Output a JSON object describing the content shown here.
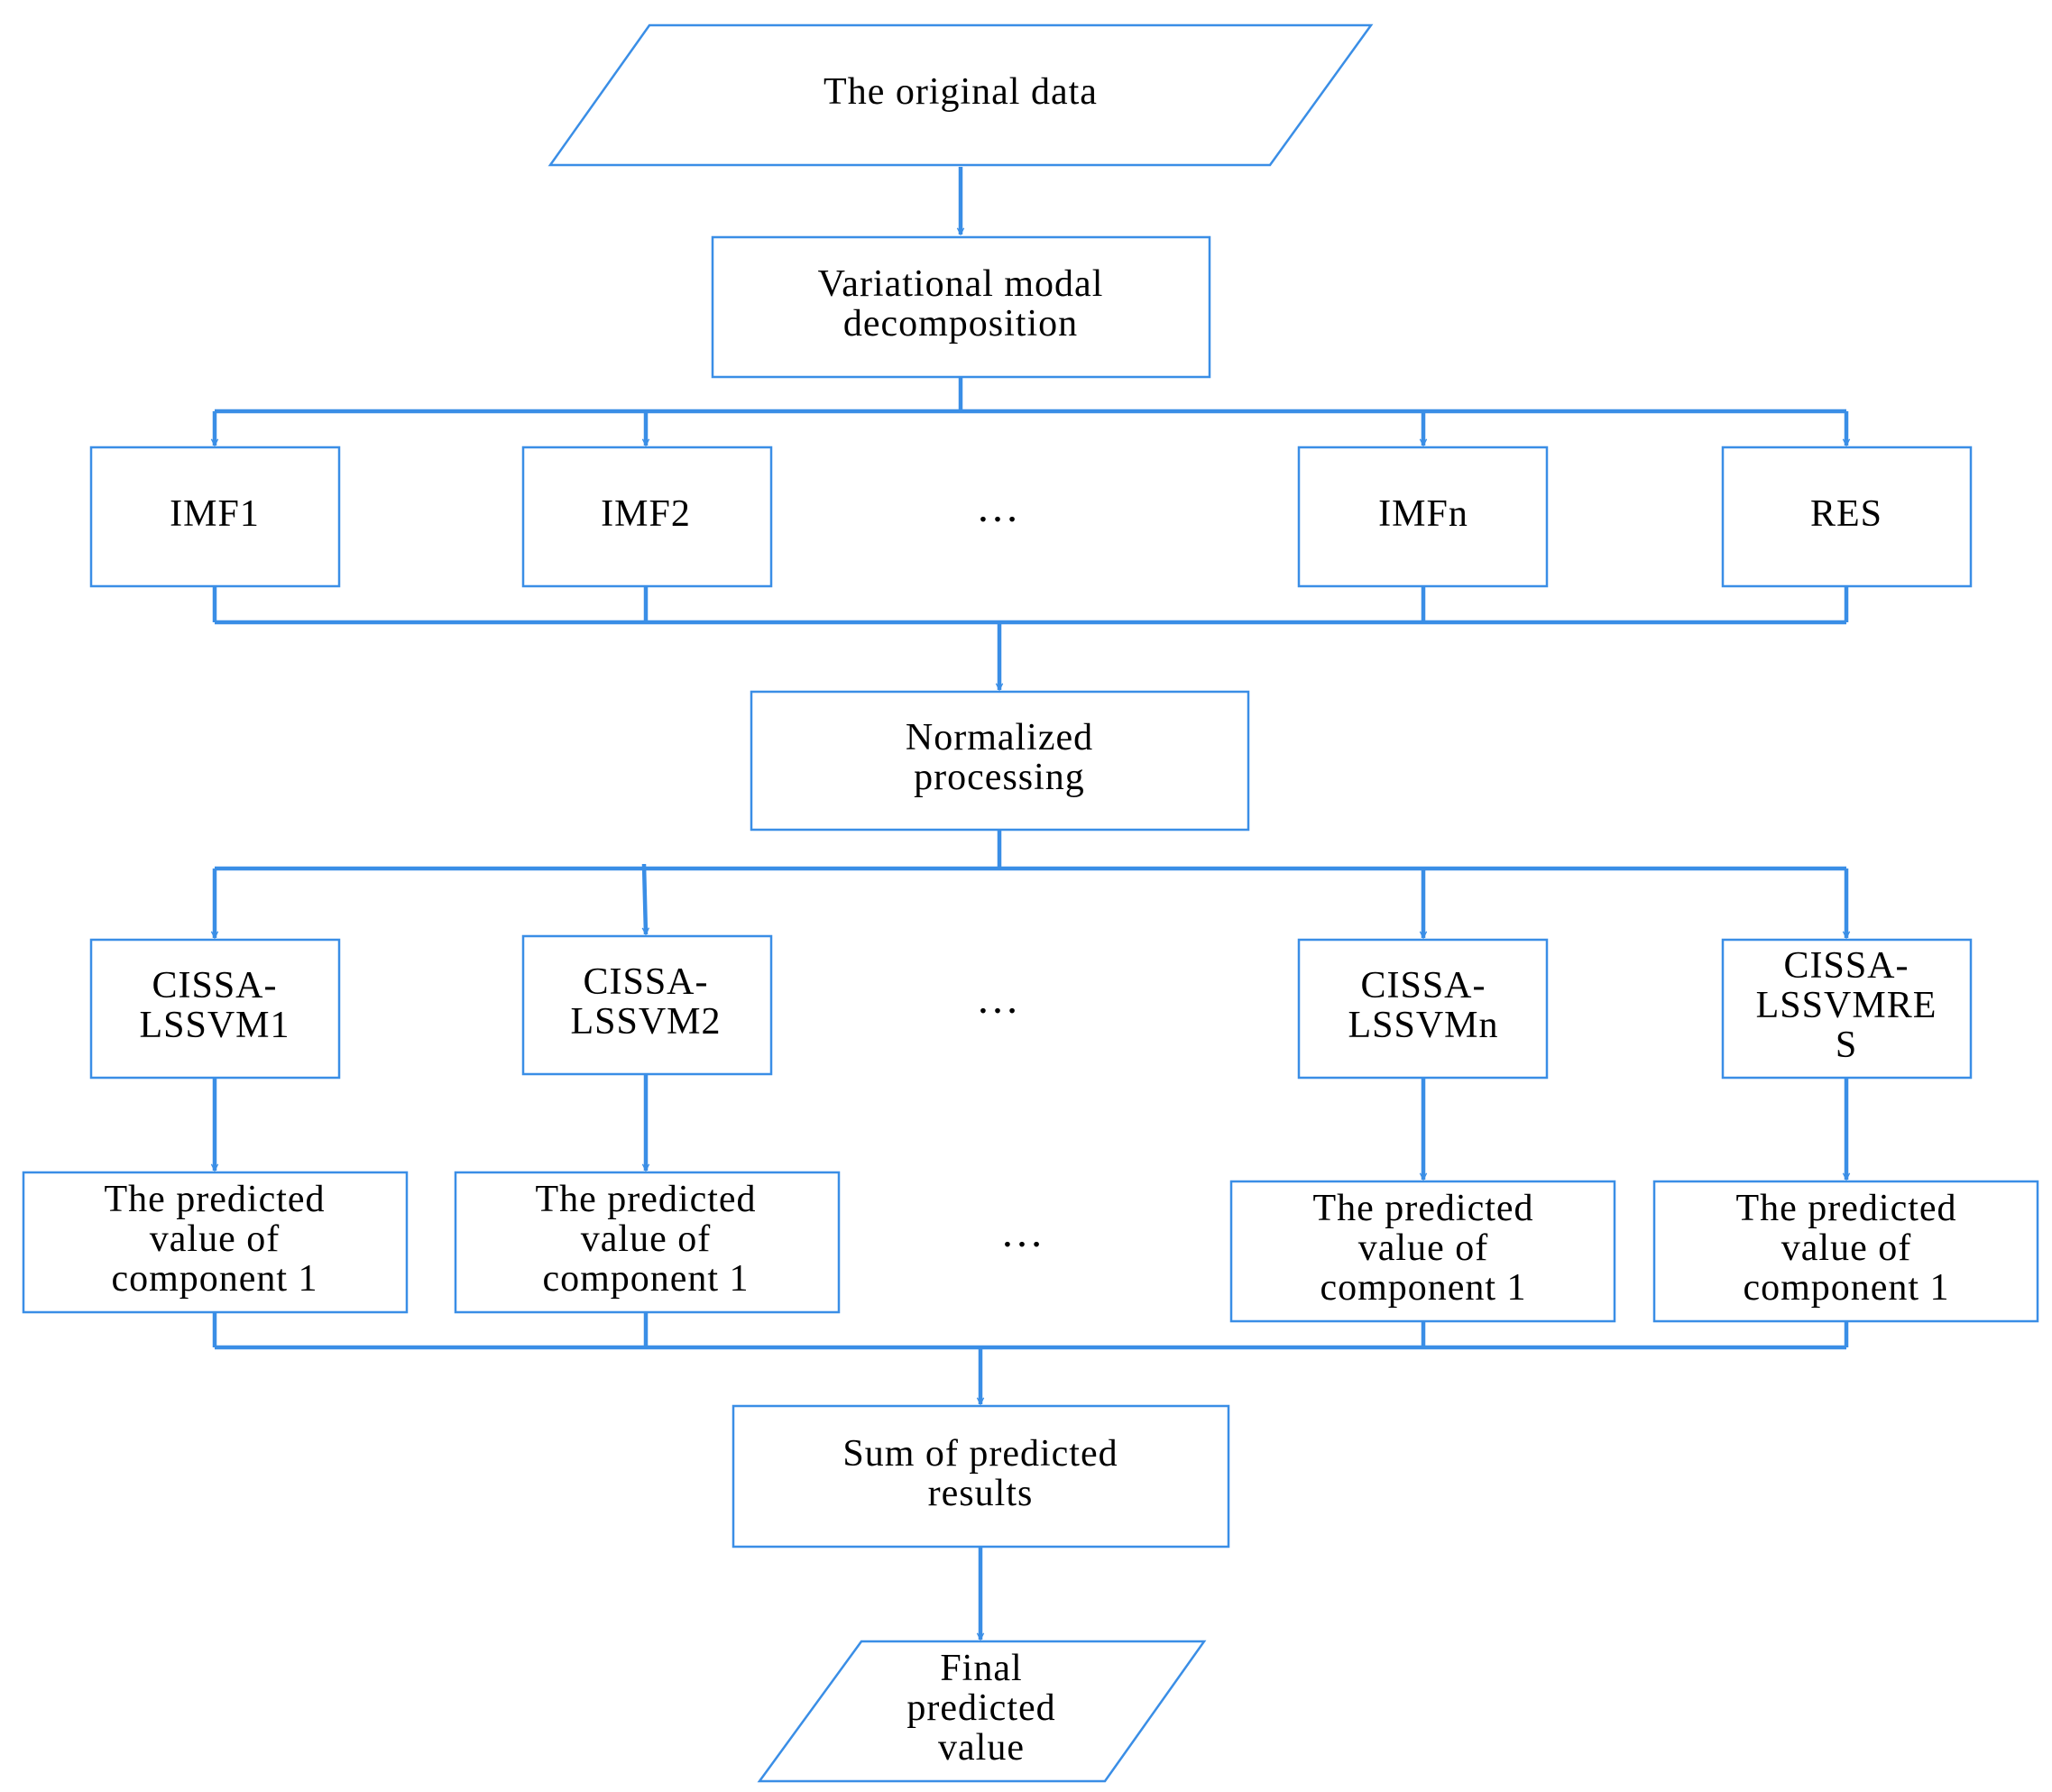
{
  "nodes": {
    "original_data": [
      "The original data"
    ],
    "vmd": [
      "Variational modal",
      "decomposition"
    ],
    "imf1": [
      "IMF1"
    ],
    "imf2": [
      "IMF2"
    ],
    "imfn": [
      "IMFn"
    ],
    "res": [
      "RES"
    ],
    "normalized": [
      "Normalized",
      "processing"
    ],
    "model1": [
      "CISSA-",
      "LSSVM1"
    ],
    "model2": [
      "CISSA-",
      "LSSVM2"
    ],
    "modeln": [
      "CISSA-",
      "LSSVMn"
    ],
    "modelres": [
      "CISSA-",
      "LSSVMRE",
      "S"
    ],
    "pred1": [
      "The predicted",
      "value of",
      "component 1"
    ],
    "pred2": [
      "The predicted",
      "value of",
      "component 1"
    ],
    "predn": [
      "The predicted",
      "value of",
      "component 1"
    ],
    "predres": [
      "The predicted",
      "value of",
      "component 1"
    ],
    "sum": [
      "Sum of predicted",
      "results"
    ],
    "final": [
      "Final",
      "predicted",
      "value"
    ]
  },
  "ellipsis": "…",
  "colors": {
    "accent": "#3a8ee6",
    "text": "#000000",
    "background": "#ffffff"
  }
}
